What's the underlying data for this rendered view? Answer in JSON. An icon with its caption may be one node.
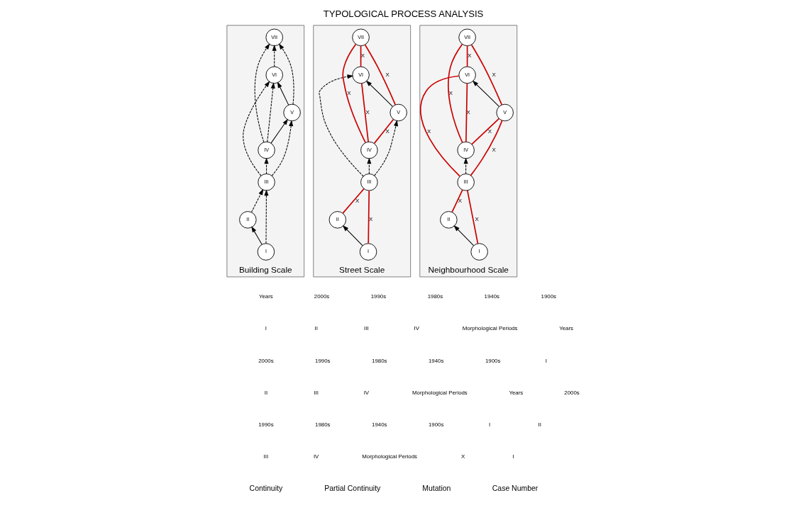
{
  "diagram": {
    "title": "TYPOLOGICAL PROCESS ANALYSIS",
    "nodes": [
      {
        "text": [
          "Building Scale"
        ]
      },
      {
        "text": [
          "I"
        ],
        "in": 0
      },
      {
        "text": [
          "II"
        ],
        "in": 0
      },
      {
        "text": [
          "III"
        ],
        "in": 0
      },
      {
        "text": [
          "IV"
        ],
        "in": 0
      },
      {
        "text": [
          "V"
        ],
        "in": 0
      },
      {
        "text": [
          "VI"
        ],
        "in": 0
      },
      {
        "text": [
          "VII"
        ],
        "in": 0
      },
      {
        "text": [
          "Street Scale"
        ]
      },
      {
        "text": [
          "I"
        ],
        "in": 8
      },
      {
        "text": [
          "II"
        ],
        "in": 8
      },
      {
        "text": [
          "III"
        ],
        "in": 8
      },
      {
        "text": [
          "IV"
        ],
        "in": 8
      },
      {
        "text": [
          "V"
        ],
        "in": 8
      },
      {
        "text": [
          "VI"
        ],
        "in": 8
      },
      {
        "text": [
          "VII"
        ],
        "in": 8
      },
      {
        "text": [
          "Neighbourhood Scale"
        ]
      },
      {
        "text": [
          "I"
        ],
        "in": 16
      },
      {
        "text": [
          "II"
        ],
        "in": 16
      },
      {
        "text": [
          "III"
        ],
        "in": 16
      },
      {
        "text": [
          "IV"
        ],
        "in": 16
      },
      {
        "text": [
          "V"
        ],
        "in": 16
      },
      {
        "text": [
          "VI"
        ],
        "in": 16
      },
      {
        "text": [
          "VII"
        ],
        "in": 16
      }
    ],
    "edges": [
      {
        "from": 1,
        "to": 2,
        "arrow": "to"
      },
      {
        "from": 1,
        "to": 3,
        "arrow": "to",
        "style": "dashed"
      },
      {
        "from": 2,
        "to": 3,
        "arrow": "to",
        "style": "dashed"
      },
      {
        "from": 3,
        "to": 4,
        "arrow": "to",
        "style": "dashed"
      },
      {
        "from": 3,
        "to": 5,
        "arrow": "to",
        "style": "dashed"
      },
      {
        "from": 3,
        "to": 6,
        "arrow": "to",
        "style": "dashed"
      },
      {
        "from": 4,
        "to": 5,
        "arrow": "to"
      },
      {
        "from": 5,
        "to": 6,
        "arrow": "to"
      },
      {
        "from": 4,
        "to": 6,
        "arrow": "to",
        "style": "dashed"
      },
      {
        "from": 4,
        "to": 7,
        "arrow": "to",
        "style": "dashed"
      },
      {
        "from": 5,
        "to": 7,
        "arrow": "to",
        "style": "dashed"
      },
      {
        "from": 6,
        "to": 7,
        "arrow": "to",
        "style": "dashed"
      },
      {
        "from": 9,
        "to": 10,
        "arrow": "to"
      },
      {
        "from": 9,
        "to": 11,
        "arrow": "none",
        "label": "X",
        "color": "#cc0000"
      },
      {
        "from": 10,
        "to": 11,
        "arrow": "none",
        "label": "X",
        "color": "#cc0000"
      },
      {
        "from": 11,
        "to": 12,
        "arrow": "to",
        "style": "dashed"
      },
      {
        "from": 11,
        "to": 13,
        "arrow": "to",
        "style": "dashed"
      },
      {
        "from": 11,
        "to": 14,
        "arrow": "to",
        "style": "dashed"
      },
      {
        "from": 12,
        "to": 13,
        "arrow": "none",
        "label": "X",
        "color": "#cc0000"
      },
      {
        "from": 13,
        "to": 14,
        "arrow": "to"
      },
      {
        "from": 12,
        "to": 14,
        "arrow": "none",
        "label": "X",
        "color": "#cc0000"
      },
      {
        "from": 12,
        "to": 15,
        "arrow": "none",
        "label": "X",
        "color": "#cc0000"
      },
      {
        "from": 13,
        "to": 15,
        "arrow": "none",
        "label": "X",
        "color": "#cc0000"
      },
      {
        "from": 14,
        "to": 15,
        "arrow": "none",
        "label": "X",
        "color": "#cc0000"
      },
      {
        "from": 17,
        "to": 18,
        "arrow": "to"
      },
      {
        "from": 17,
        "to": 19,
        "arrow": "none",
        "label": "X",
        "color": "#cc0000"
      },
      {
        "from": 18,
        "to": 19,
        "arrow": "none",
        "label": "X",
        "color": "#cc0000"
      },
      {
        "from": 19,
        "to": 20,
        "arrow": "to",
        "style": "dashed"
      },
      {
        "from": 19,
        "to": 21,
        "arrow": "none",
        "label": "X",
        "color": "#cc0000"
      },
      {
        "from": 19,
        "to": 22,
        "arrow": "none",
        "label": "X",
        "color": "#cc0000"
      },
      {
        "from": 20,
        "to": 21,
        "arrow": "none",
        "label": "X",
        "color": "#cc0000"
      },
      {
        "from": 21,
        "to": 22,
        "arrow": "to"
      },
      {
        "from": 20,
        "to": 22,
        "arrow": "none",
        "label": "X",
        "color": "#cc0000"
      },
      {
        "from": 20,
        "to": 23,
        "arrow": "none",
        "label": "X",
        "color": "#cc0000"
      },
      {
        "from": 21,
        "to": 23,
        "arrow": "none",
        "label": "X",
        "color": "#cc0000"
      },
      {
        "from": 22,
        "to": 23,
        "arrow": "none",
        "label": "X",
        "color": "#cc0000"
      }
    ],
    "labels": [
      "Years",
      "2000s",
      "1990s",
      "1980s",
      "1940s",
      "1900s",
      "I",
      "II",
      "III",
      "IV",
      "Morphological Periods",
      "Years",
      "2000s",
      "1990s",
      "1980s",
      "1940s",
      "1900s",
      "I",
      "II",
      "III",
      "IV",
      "Morphological Periods",
      "Years",
      "2000s",
      "1990s",
      "1980s",
      "1940s",
      "1900s",
      "I",
      "II",
      "III",
      "IV",
      "Morphological Periods",
      "X",
      "I"
    ],
    "legend": [
      {
        "text": "Continuity"
      },
      {
        "text": "Partial Continuity"
      },
      {
        "text": "Mutation"
      },
      {
        "text": "Case Number"
      }
    ]
  }
}
